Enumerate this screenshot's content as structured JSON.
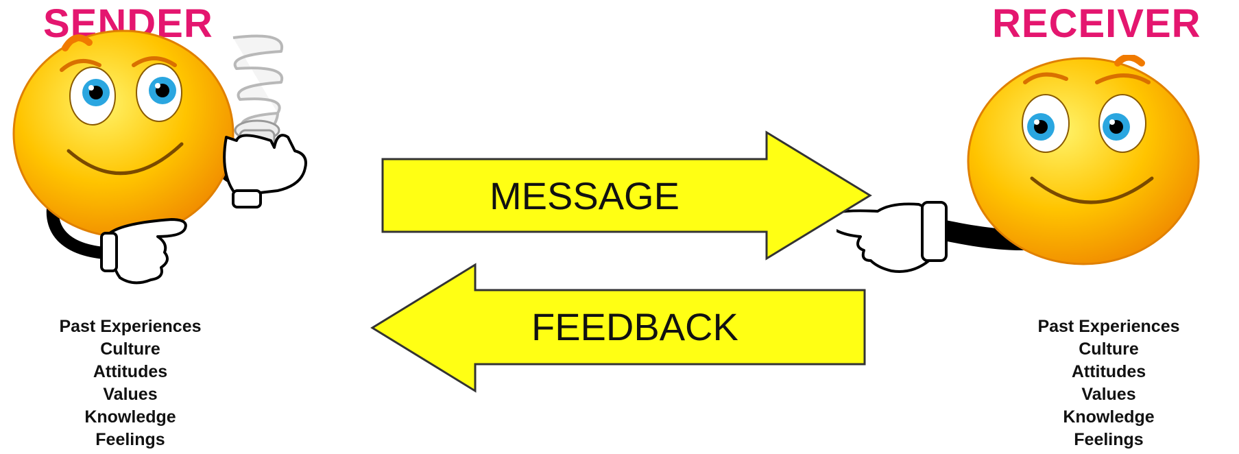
{
  "sender": {
    "title": "SENDER",
    "factors": [
      "Past Experiences",
      "Culture",
      "Attitudes",
      "Values",
      "Knowledge",
      "Feelings"
    ]
  },
  "receiver": {
    "title": "RECEIVER",
    "factors": [
      "Past Experiences",
      "Culture",
      "Attitudes",
      "Values",
      "Knowledge",
      "Feelings"
    ]
  },
  "arrows": {
    "message": "MESSAGE",
    "feedback": "FEEDBACK"
  },
  "icons": {
    "sender_figure": "smiley-with-lightbulb-icon",
    "receiver_figure": "smiley-pointing-icon"
  },
  "colors": {
    "title": "#e4166f",
    "arrow_fill": "#ffff14",
    "smiley_fill": "#ffc400"
  }
}
